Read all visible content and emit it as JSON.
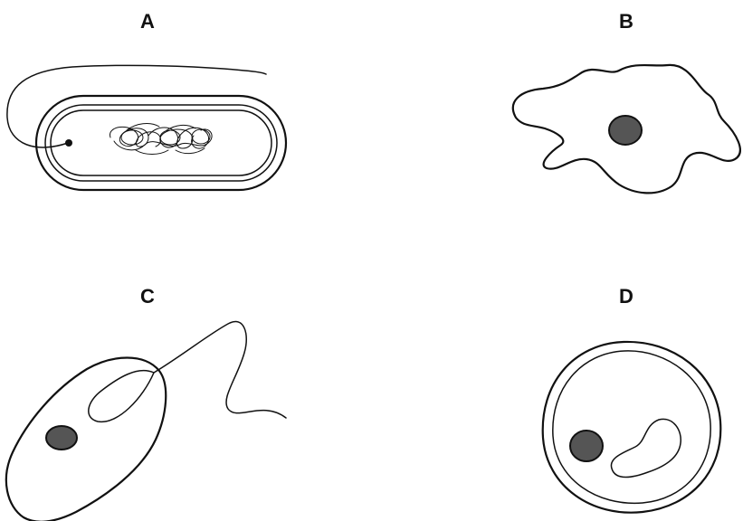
{
  "panels": {
    "a": {
      "label": "A"
    },
    "b": {
      "label": "B"
    },
    "c": {
      "label": "C"
    },
    "d": {
      "label": "D"
    }
  },
  "colors": {
    "line": "#111111",
    "nucleus_fill": "#555555",
    "background": "#ffffff"
  }
}
